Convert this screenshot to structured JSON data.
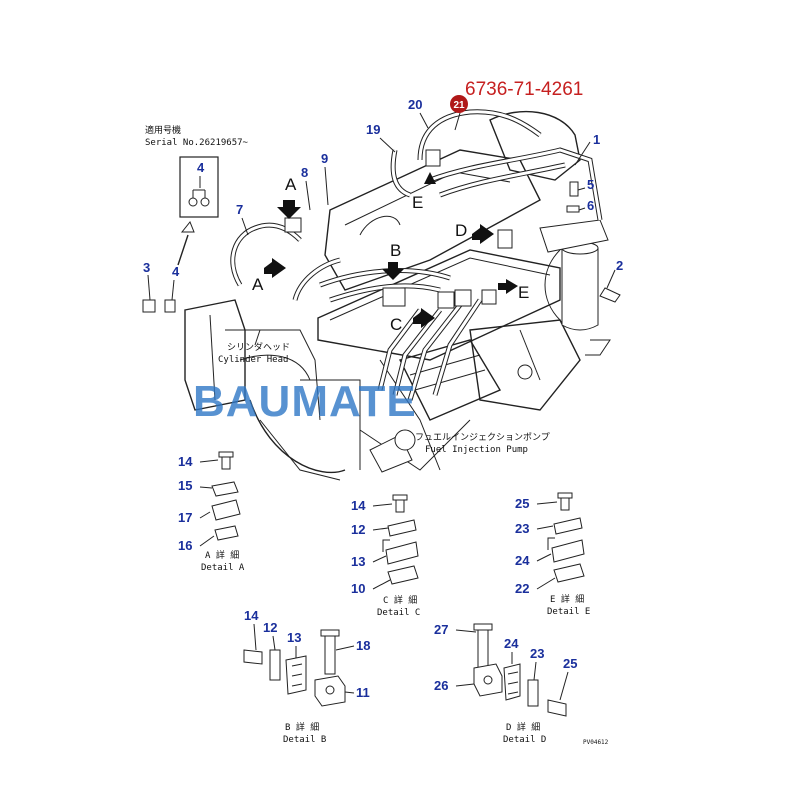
{
  "part_number": "6736-71-4261",
  "highlight_callout": "21",
  "watermark": "BAUMATE",
  "serial_note": {
    "line1": "適用号機",
    "line2": "Serial No.26219657~"
  },
  "labels": {
    "cylinder_head_jp": "シリンダヘッド",
    "cylinder_head_en": "Cylinder Head",
    "pump_jp": "フュエルインジェクションポンプ",
    "pump_en": "Fuel Injection Pump",
    "drawing_code": "PV04612"
  },
  "view_letters": [
    "A",
    "A",
    "B",
    "C",
    "D",
    "E",
    "E"
  ],
  "callouts_main": [
    "1",
    "2",
    "3",
    "4",
    "4",
    "5",
    "6",
    "7",
    "8",
    "9",
    "19",
    "20"
  ],
  "detail_a": {
    "callouts": [
      "14",
      "15",
      "17",
      "16"
    ],
    "caption_jp": "A 詳 細",
    "caption_en": "Detail A"
  },
  "detail_b": {
    "callouts": [
      "14",
      "12",
      "13",
      "18",
      "11"
    ],
    "caption_jp": "B 詳 細",
    "caption_en": "Detail B"
  },
  "detail_c": {
    "callouts": [
      "14",
      "12",
      "13",
      "10"
    ],
    "caption_jp": "C 詳 細",
    "caption_en": "Detail C"
  },
  "detail_d": {
    "callouts": [
      "27",
      "24",
      "23",
      "25",
      "26"
    ],
    "caption_jp": "D 詳 細",
    "caption_en": "Detail D"
  },
  "detail_e": {
    "callouts": [
      "25",
      "23",
      "24",
      "22"
    ],
    "caption_jp": "E 詳 細",
    "caption_en": "Detail E"
  },
  "colors": {
    "callout": "#1a2f9c",
    "part_number": "#c62020",
    "badge": "#b01818",
    "watermark": "#2f78c6"
  }
}
